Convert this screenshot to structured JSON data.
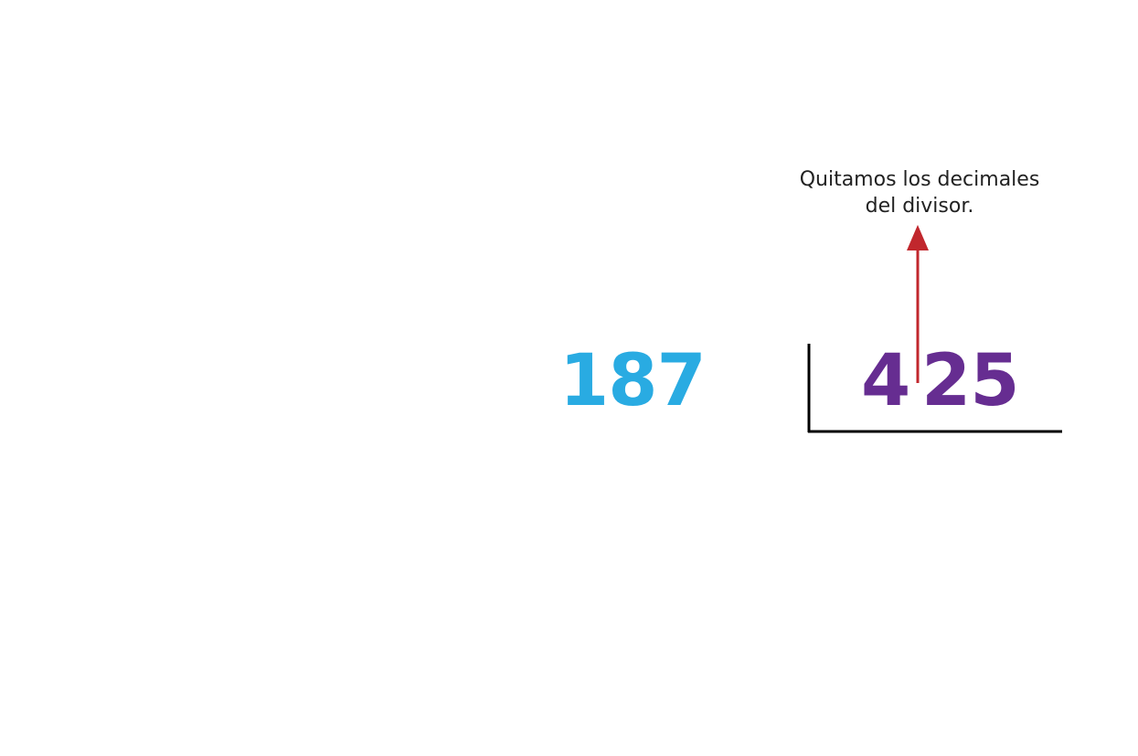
{
  "annotation": {
    "line1": "Quitamos los decimales",
    "line2": "del divisor."
  },
  "division": {
    "dividend": "187",
    "divisor_integer_part": "4",
    "divisor_decimal_part": "25"
  },
  "colors": {
    "dividend": "#29abe2",
    "divisor": "#662d91",
    "arrow": "#c1272d",
    "bracket": "#000000",
    "text": "#222222"
  }
}
